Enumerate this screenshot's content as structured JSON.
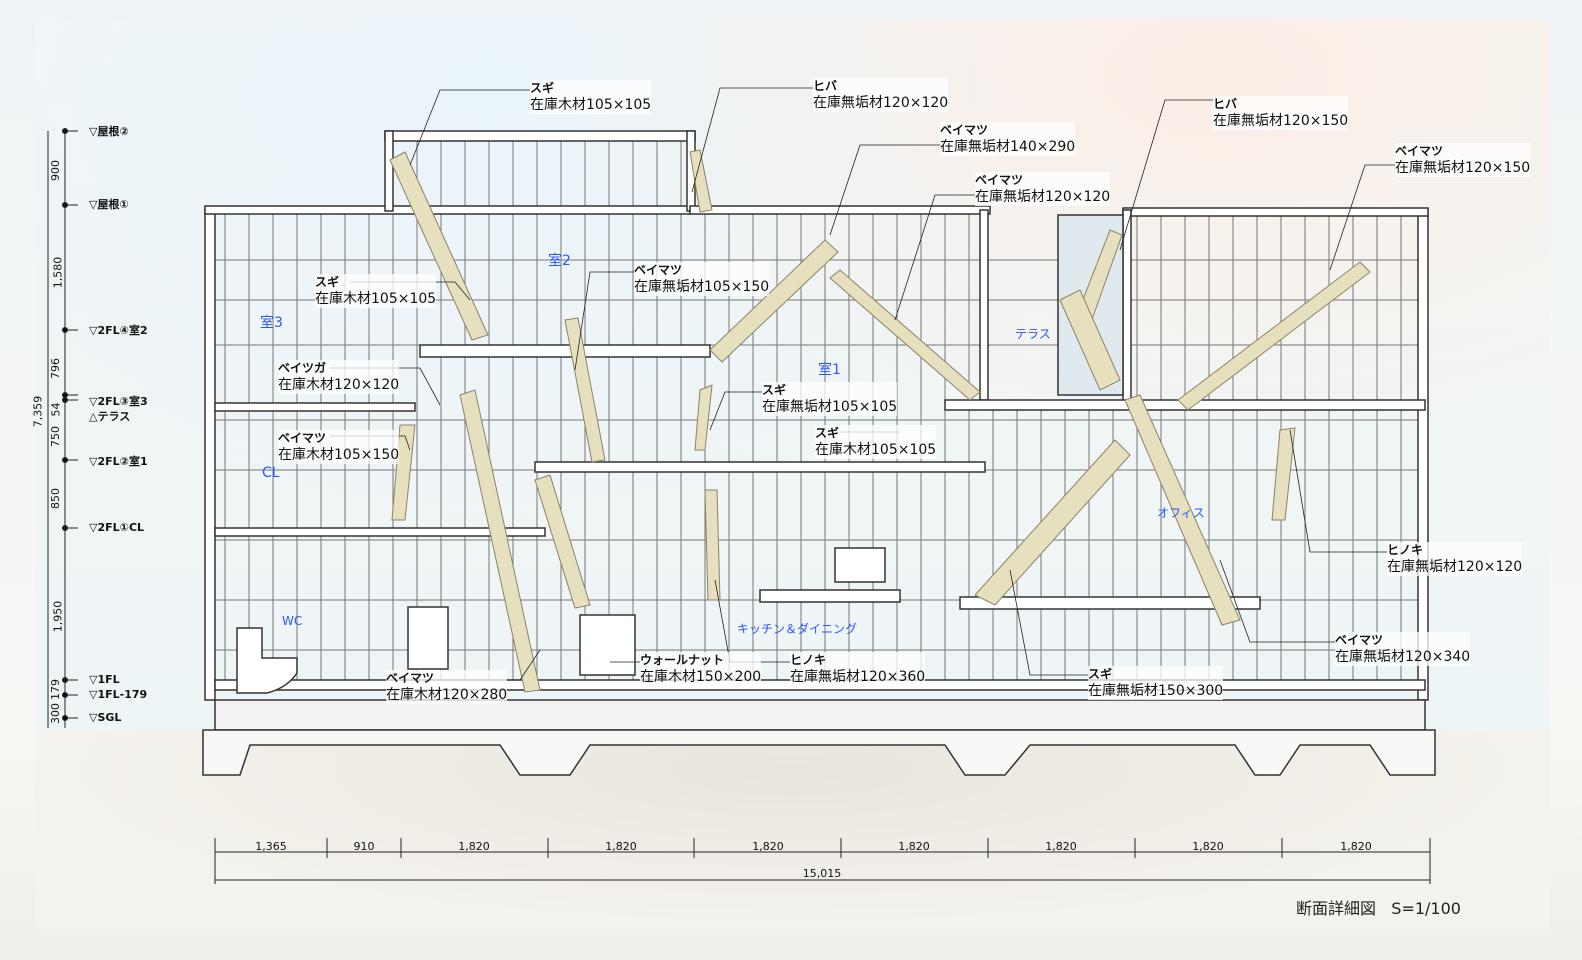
{
  "title": "断面詳細図",
  "scale": "S=1/100",
  "levels": [
    {
      "label": "▽屋根②"
    },
    {
      "label": "▽屋根①"
    },
    {
      "label": "▽2FL④室2"
    },
    {
      "label": "▽2FL③室3"
    },
    {
      "label": "△テラス"
    },
    {
      "label": "▽2FL②室1"
    },
    {
      "label": "▽2FL①CL"
    },
    {
      "label": "▽1FL"
    },
    {
      "label": "▽1FL-179"
    },
    {
      "label": "▽SGL"
    }
  ],
  "vertical_dims": [
    "900",
    "1,580",
    "796",
    "54",
    "750",
    "850",
    "1,950",
    "179",
    "300"
  ],
  "vertical_total": "7,359",
  "horizontal_dims": [
    "1,365",
    "910",
    "1,820",
    "1,820",
    "1,820",
    "1,820",
    "1,820",
    "1,820",
    "1,820"
  ],
  "horizontal_total": "15,015",
  "rooms": [
    "室2",
    "室3",
    "室1",
    "テラス",
    "CL",
    "WC",
    "キッチン＆ダイニング",
    "オフィス"
  ],
  "members": [
    {
      "species": "スギ",
      "spec": "在庫木材105×105"
    },
    {
      "species": "ヒバ",
      "spec": "在庫無垢材120×120"
    },
    {
      "species": "ベイマツ",
      "spec": "在庫無垢材140×290"
    },
    {
      "species": "ベイマツ",
      "spec": "在庫無垢材120×120"
    },
    {
      "species": "ヒバ",
      "spec": "在庫無垢材120×150"
    },
    {
      "species": "ベイマツ",
      "spec": "在庫無垢材120×150"
    },
    {
      "species": "スギ",
      "spec": "在庫木材105×105"
    },
    {
      "species": "ベイマツ",
      "spec": "在庫無垢材105×150"
    },
    {
      "species": "ベイツガ",
      "spec": "在庫木材120×120"
    },
    {
      "species": "ベイマツ",
      "spec": "在庫木材105×150"
    },
    {
      "species": "スギ",
      "spec": "在庫無垢材105×105"
    },
    {
      "species": "スギ",
      "spec": "在庫木材105×105"
    },
    {
      "species": "ヒノキ",
      "spec": "在庫無垢材120×120"
    },
    {
      "species": "ベイマツ",
      "spec": "在庫無垢材120×340"
    },
    {
      "species": "スギ",
      "spec": "在庫無垢材150×300"
    },
    {
      "species": "ヒノキ",
      "spec": "在庫無垢材120×360"
    },
    {
      "species": "ウォールナット",
      "spec": "在庫木材150×200"
    },
    {
      "species": "ベイマツ",
      "spec": "在庫木材120×280"
    }
  ],
  "colors": {
    "brace": "#e6e0bf",
    "line": "#333333",
    "room_label": "#2a55ff",
    "ground": "#ebe9e0"
  }
}
